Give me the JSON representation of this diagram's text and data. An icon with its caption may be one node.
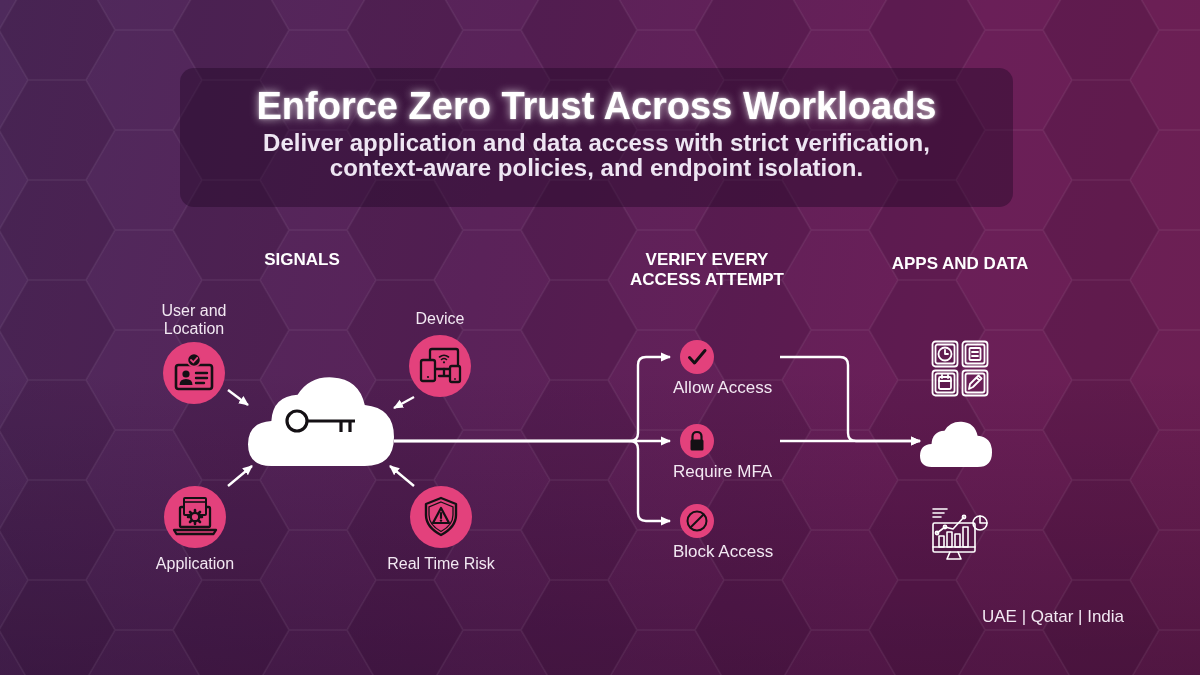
{
  "diagram": {
    "title": "Enforce Zero Trust Across Workloads",
    "nodes": [
      {
        "text": [
          "User and Location"
        ]
      },
      {
        "text": [
          "Device"
        ]
      },
      {
        "text": [],
        "shape": "cloud"
      },
      {
        "text": [
          "Application"
        ]
      },
      {
        "text": [
          "Real Time Risk"
        ]
      },
      {
        "text": [
          "Allow Access"
        ]
      },
      {
        "text": [
          "Require MFA"
        ]
      },
      {
        "text": [
          "Block Access"
        ]
      },
      {
        "text": [],
        "shape": "picture"
      },
      {
        "text": [],
        "shape": "cloud"
      },
      {
        "text": [],
        "shape": "picture"
      }
    ],
    "edges": [
      {
        "from": 0,
        "to": 2,
        "arrow": "to"
      },
      {
        "from": 1,
        "to": 2,
        "arrow": "to"
      },
      {
        "from": 3,
        "to": 2,
        "arrow": "to"
      },
      {
        "from": 4,
        "to": 2,
        "arrow": "to"
      },
      {
        "from": 2,
        "to": 5,
        "arrow": "to"
      },
      {
        "from": 2,
        "to": 6,
        "arrow": "to"
      },
      {
        "from": 2,
        "to": 7,
        "arrow": "to"
      },
      {
        "from": 5,
        "to": 9,
        "arrow": "to"
      },
      {
        "from": 6,
        "to": 9,
        "arrow": "to"
      }
    ],
    "labels": [
      "Deliver application and data access with strict verification, context-aware policies, and endpoint isolation.",
      "SIGNALS",
      "VERIFY EVERY ACCESS ATTEMPT",
      "APPS AND DATA",
      "UAE | Qatar | India"
    ]
  }
}
